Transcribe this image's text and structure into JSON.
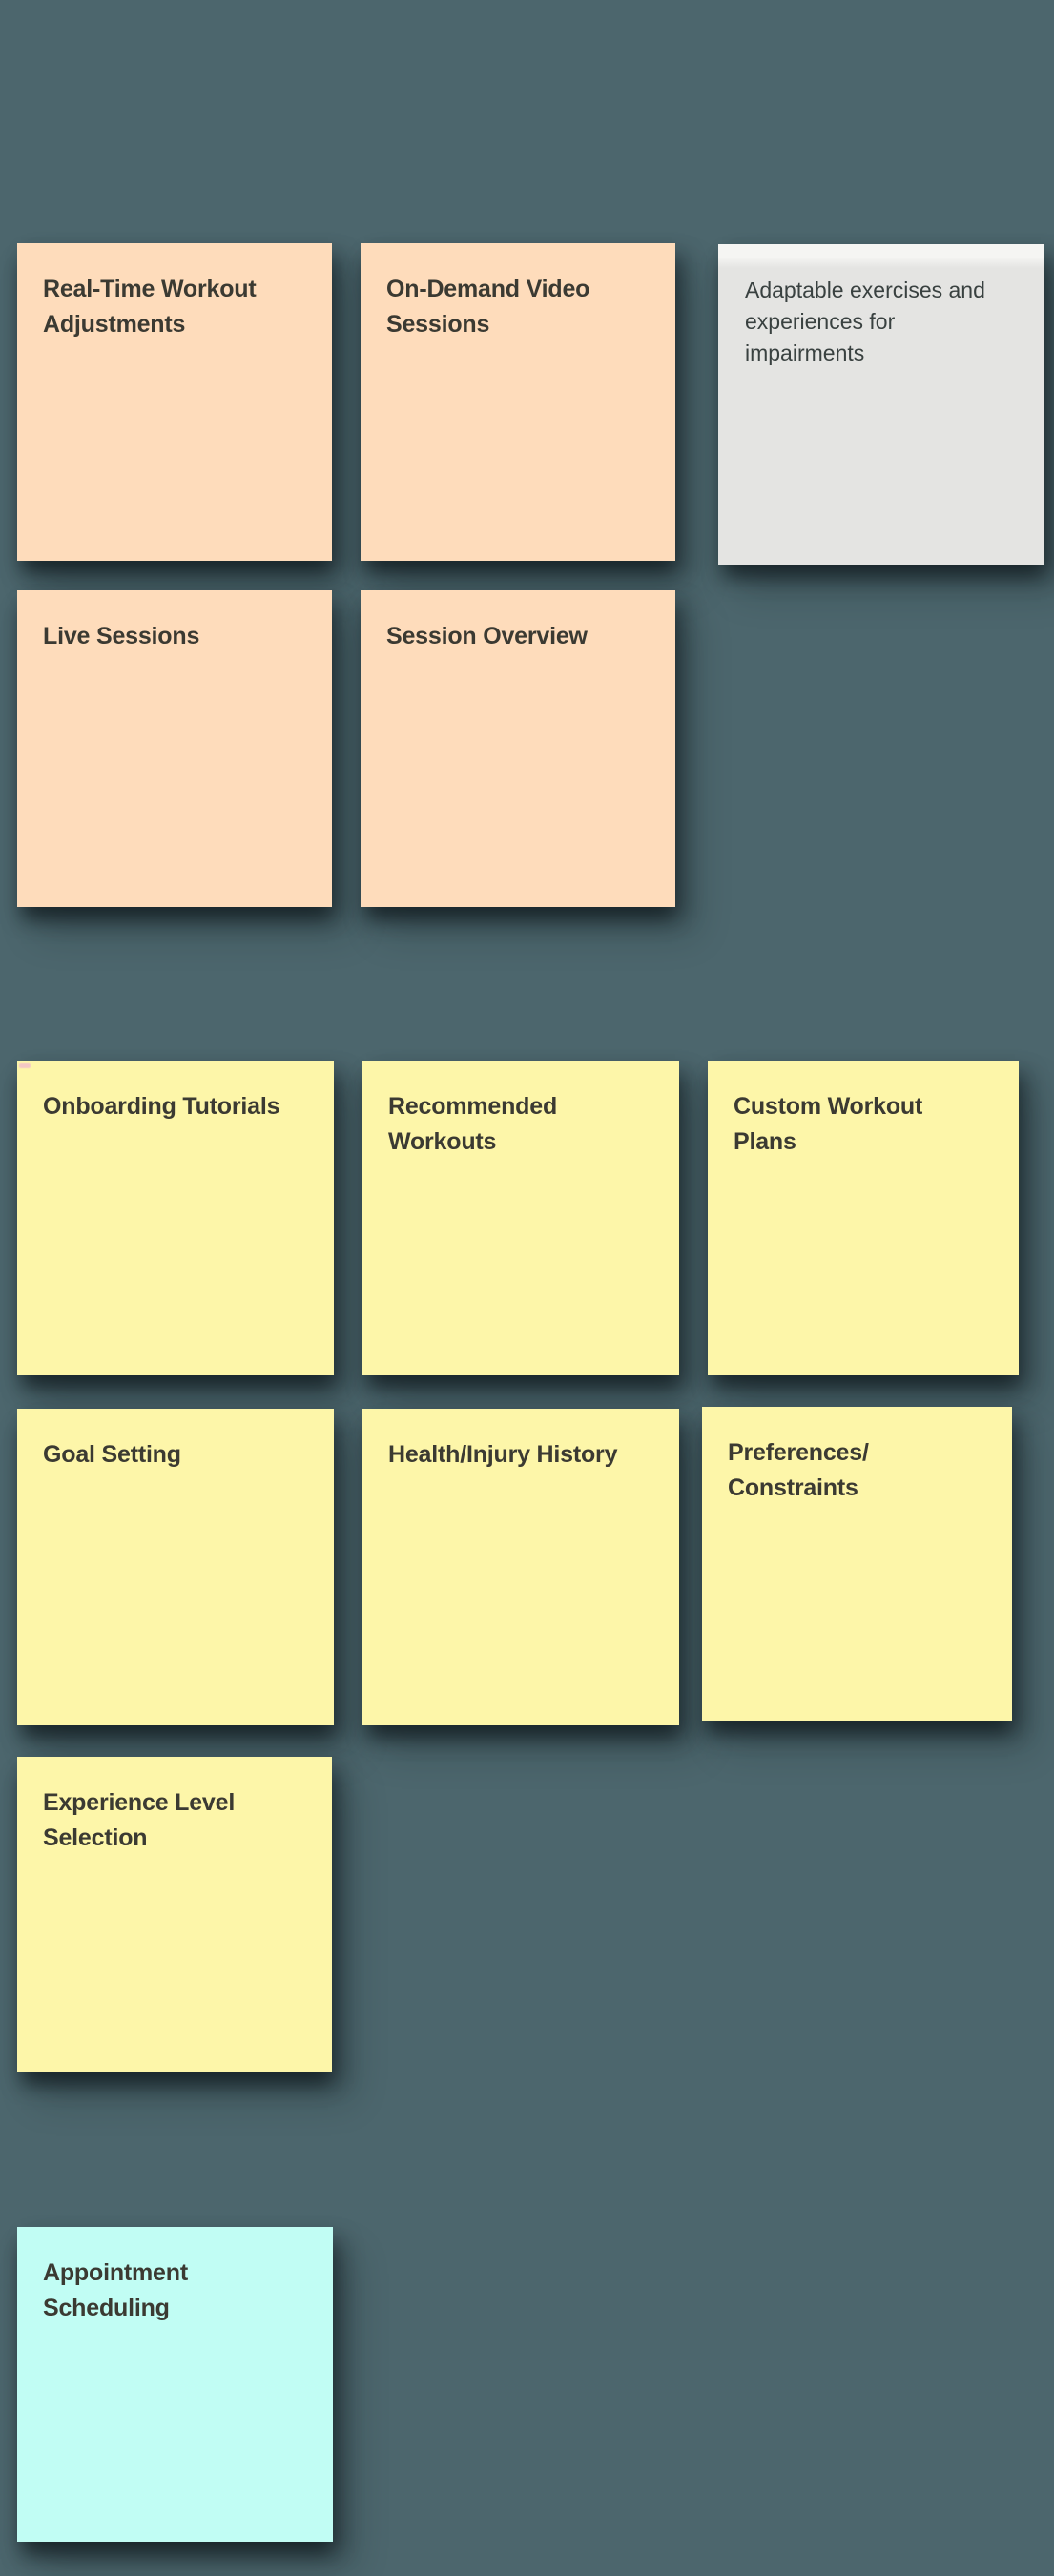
{
  "colors": {
    "bg": "#4c666d",
    "peach": "#fedcbb",
    "yellow": "#fdf6a9",
    "cyan": "#c1fdf4",
    "gray-top": "#f5f5f3",
    "gray-body": "#e4e4e2",
    "title-text": "#3b3a32",
    "gray-text": "#394140",
    "pink-mark": "#f2bfc9"
  },
  "notes": [
    {
      "id": "real-time-workout-adjustments",
      "color": "peach",
      "text": "Real-Time Workout\nAdjustments"
    },
    {
      "id": "on-demand-video-sessions",
      "color": "peach",
      "text": "On-Demand Video\nSessions"
    },
    {
      "id": "adaptable-exercises",
      "color": "gray",
      "text": "Adaptable exercises and\nexperiences for\nimpairments"
    },
    {
      "id": "live-sessions",
      "color": "peach",
      "text": "Live Sessions"
    },
    {
      "id": "session-overview",
      "color": "peach",
      "text": "Session Overview"
    },
    {
      "id": "onboarding-tutorials",
      "color": "yellow",
      "text": "Onboarding Tutorials"
    },
    {
      "id": "recommended-workouts",
      "color": "yellow",
      "text": "Recommended\nWorkouts"
    },
    {
      "id": "custom-workout-plans",
      "color": "yellow",
      "text": "Custom Workout\nPlans"
    },
    {
      "id": "goal-setting",
      "color": "yellow",
      "text": "Goal Setting"
    },
    {
      "id": "health-injury-history",
      "color": "yellow",
      "text": "Health/Injury History"
    },
    {
      "id": "preferences-constraints",
      "color": "yellow",
      "text": "Preferences/\nConstraints"
    },
    {
      "id": "experience-level-selection",
      "color": "yellow",
      "text": "Experience Level\nSelection"
    },
    {
      "id": "appointment-scheduling",
      "color": "cyan",
      "text": "Appointment\nScheduling"
    }
  ]
}
